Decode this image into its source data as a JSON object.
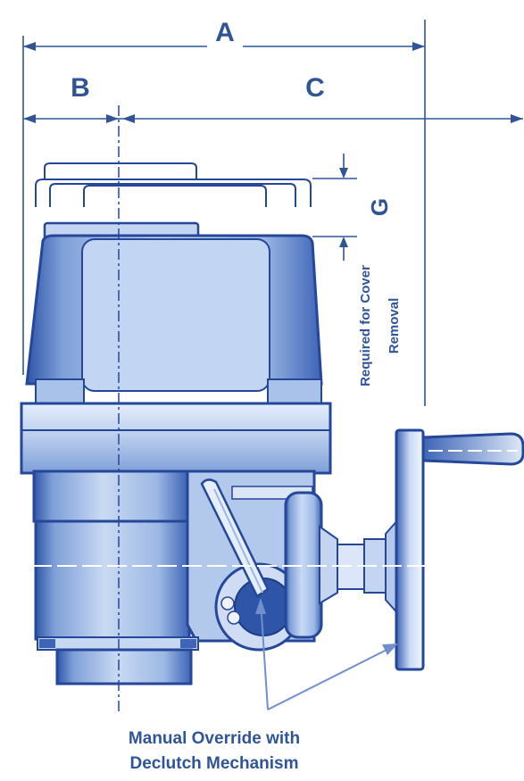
{
  "dimensions": {
    "a": "A",
    "b": "B",
    "c": "C",
    "g": "G"
  },
  "cover_note": {
    "line1": "Required for Cover",
    "line2": "Removal"
  },
  "callout": {
    "line1": "Manual Override with",
    "line2": "Declutch Mechanism"
  },
  "colors": {
    "label": "#2f5597",
    "outline": "#25479a",
    "body_light": "#dce8f8",
    "body_mid": "#9cb9e3",
    "body_dark": "#3d64b6",
    "centerline": "#ffffff"
  }
}
